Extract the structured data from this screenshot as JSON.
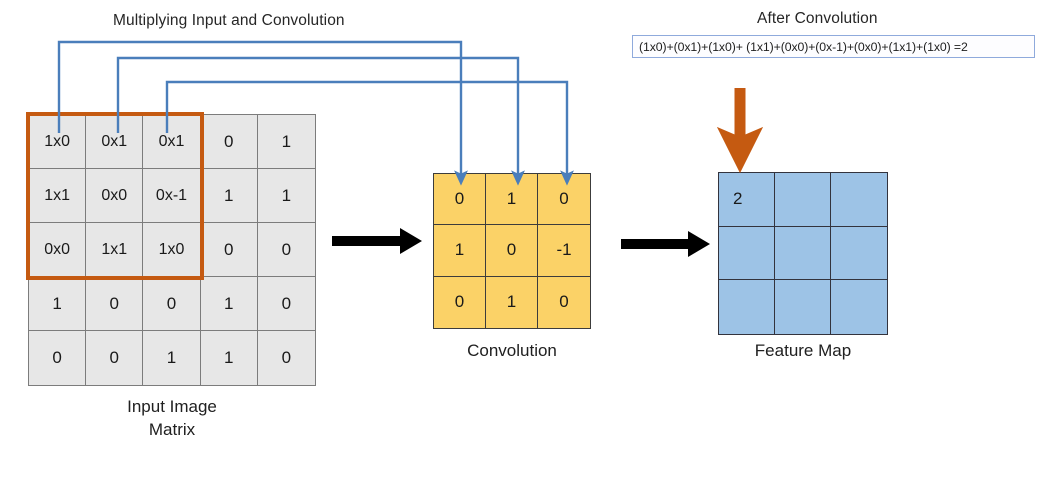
{
  "titles": {
    "multiplying": "Multiplying Input and Convolution",
    "after_convolution": "After Convolution"
  },
  "formula": {
    "text": "(1x0)+(0x1)+(1x0)+ (1x1)+(0x0)+(0x-1)+(0x0)+(1x1)+(1x0) =2",
    "border_color": "#8faadc"
  },
  "captions": {
    "input_matrix_line1": "Input Image",
    "input_matrix_line2": "Matrix",
    "convolution": "Convolution",
    "feature_map": "Feature Map"
  },
  "colors": {
    "input_cell": "#e7e7e7",
    "input_border": "#7c7c7c",
    "kernel_highlight": "#c55a11",
    "convolution_cell": "#fbd267",
    "convolution_border": "#3c3c3c",
    "feature_cell": "#9dc3e6",
    "feature_border": "#33333d",
    "blue_arrow": "#4a7ebb",
    "orange_arrow": "#c55a11",
    "black_arrow": "#000000"
  },
  "input_matrix": {
    "rows": 5,
    "cols": 5,
    "cells": [
      [
        "1x0",
        "0x1",
        "0x1",
        "0",
        "1"
      ],
      [
        "1x1",
        "0x0",
        "0x-1",
        "1",
        "1"
      ],
      [
        "0x0",
        "1x1",
        "1x0",
        "0",
        "0"
      ],
      [
        "1",
        "0",
        "0",
        "1",
        "0"
      ],
      [
        "0",
        "0",
        "1",
        "1",
        "0"
      ]
    ]
  },
  "convolution_matrix": {
    "rows": 3,
    "cols": 3,
    "cells": [
      [
        "0",
        "1",
        "0"
      ],
      [
        "1",
        "0",
        "-1"
      ],
      [
        "0",
        "1",
        "0"
      ]
    ]
  },
  "feature_map": {
    "rows": 3,
    "cols": 3,
    "cells": [
      [
        "2",
        "",
        ""
      ],
      [
        "",
        "",
        ""
      ],
      [
        "",
        "",
        ""
      ]
    ]
  },
  "icons": {
    "flow_arrow_1": "right-arrow-icon",
    "flow_arrow_2": "right-arrow-icon",
    "result_arrow": "down-arrow-icon",
    "mapping_arrow_1": "elbow-arrow-icon",
    "mapping_arrow_2": "elbow-arrow-icon",
    "mapping_arrow_3": "elbow-arrow-icon"
  }
}
